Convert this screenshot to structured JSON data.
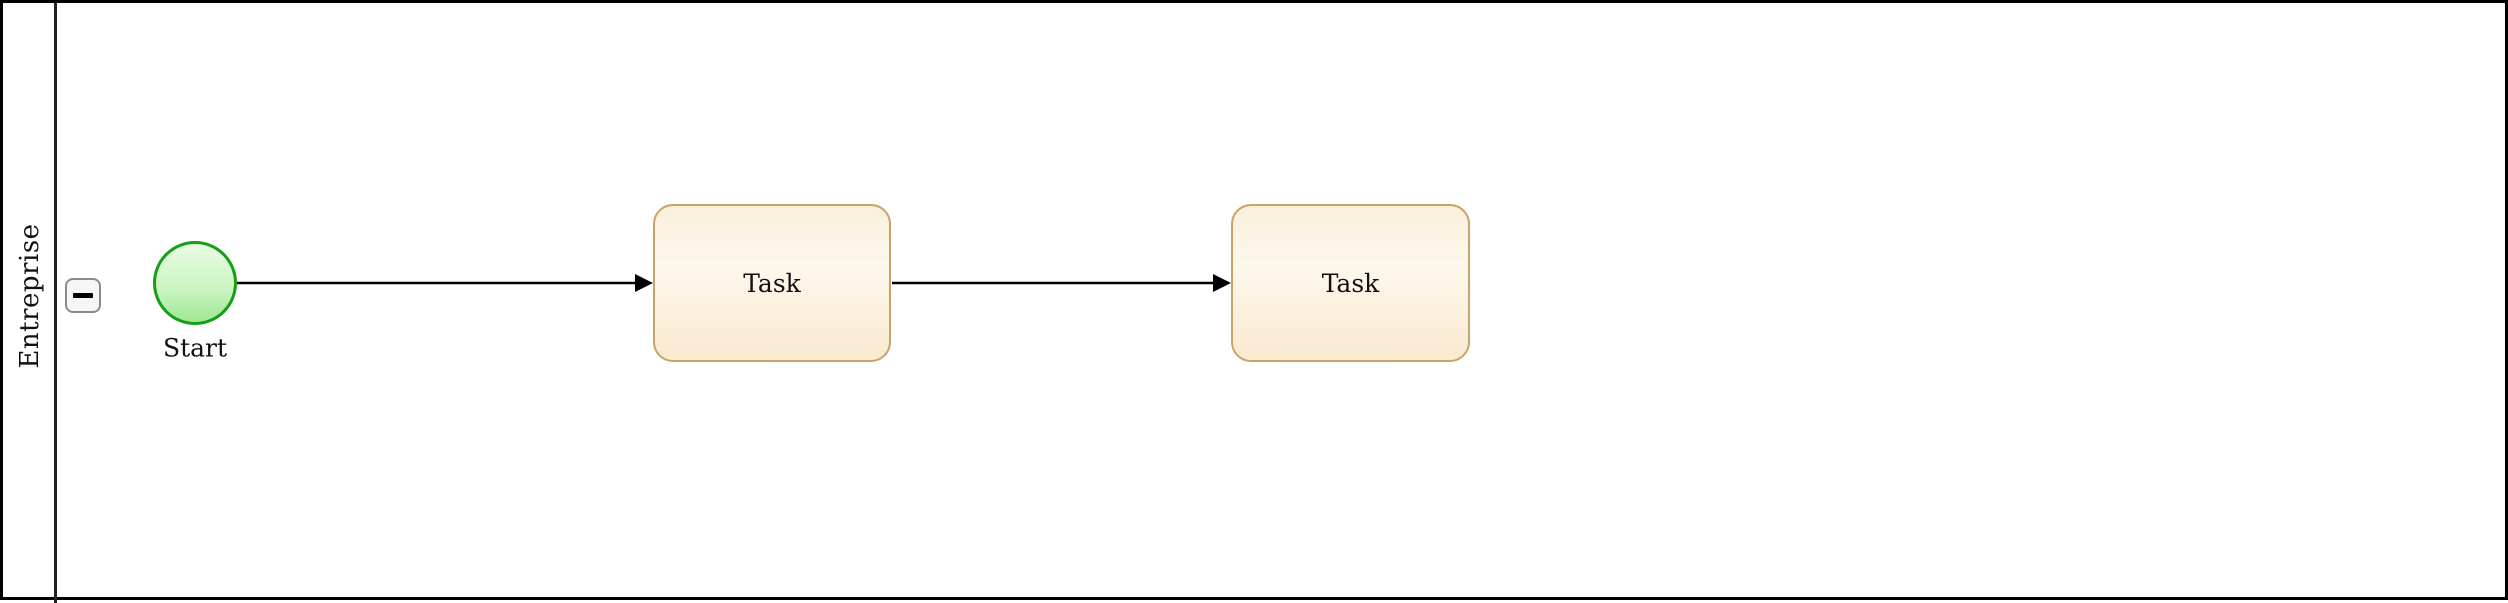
{
  "diagram": {
    "kind": "bpmn-process",
    "pool": {
      "lane_label": "Entreprise"
    },
    "collapse_button": {
      "icon": "minus-icon",
      "glyph": "−"
    },
    "nodes": [
      {
        "id": "start-event",
        "kind": "start-event",
        "label": "Start"
      },
      {
        "id": "task-1",
        "kind": "task",
        "label": "Task"
      },
      {
        "id": "task-2",
        "kind": "task",
        "label": "Task"
      }
    ],
    "flows": [
      {
        "id": "flow-1",
        "from": "start-event",
        "to": "task-1"
      },
      {
        "id": "flow-2",
        "from": "task-1",
        "to": "task-2"
      }
    ],
    "colors": {
      "pool_border": "#000000",
      "lane_divider": "#222222",
      "start_border": "#169e16",
      "start_fill_top": "#e9fbe3",
      "start_fill_bottom": "#9fe795",
      "task_border": "#c9a467",
      "task_fill_top": "#f9efdc",
      "task_fill_mid": "#fdf7ec",
      "task_fill_bottom": "#f9ead0",
      "connector": "#000000",
      "collapse_border": "#8a8a8a"
    }
  }
}
